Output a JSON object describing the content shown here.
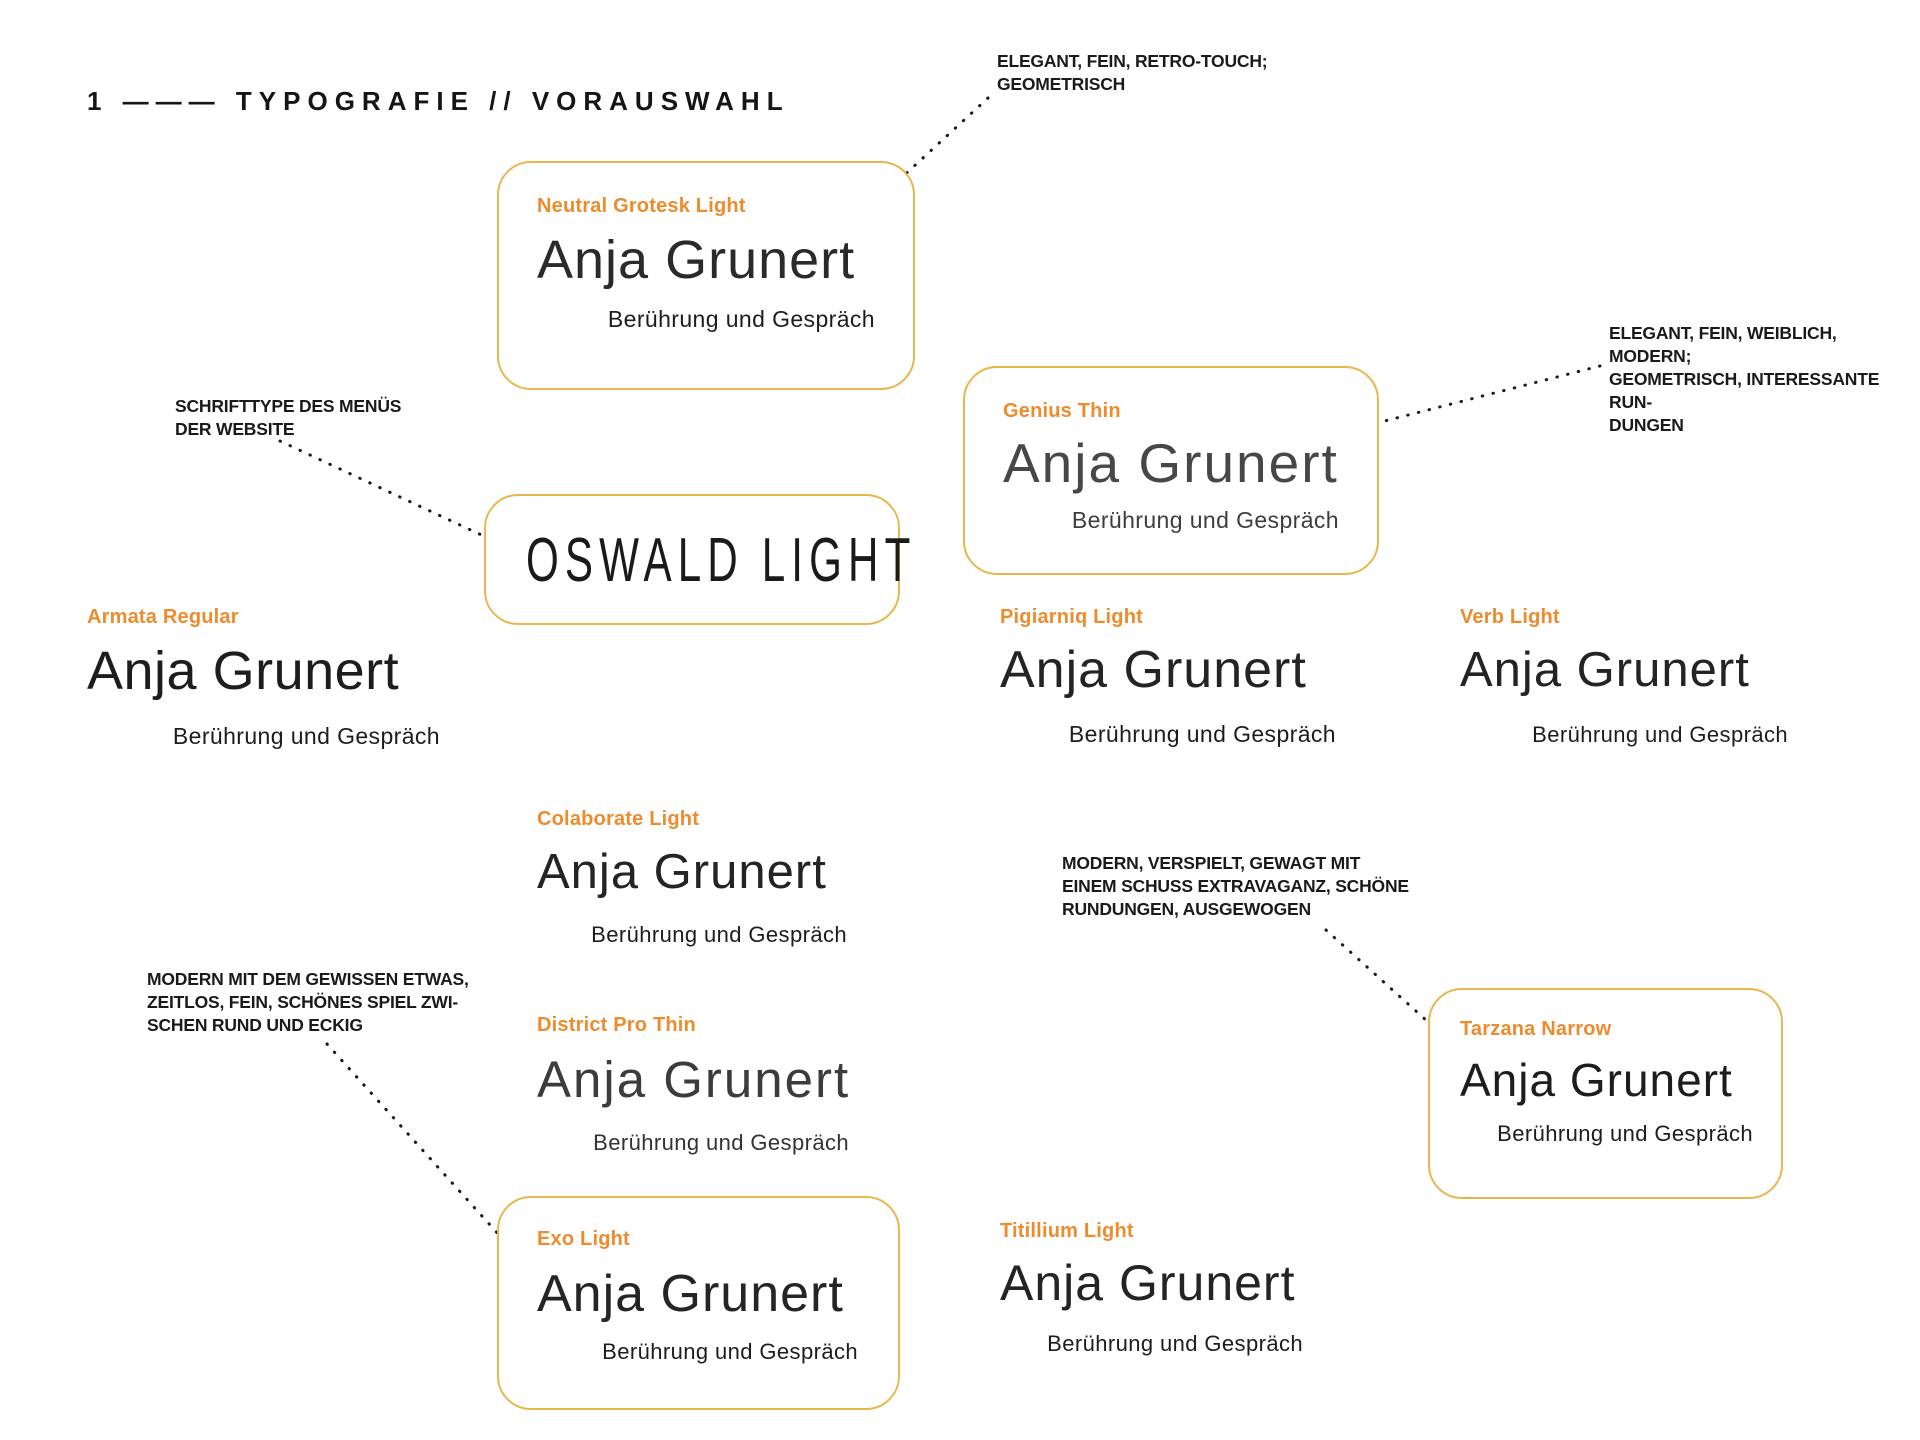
{
  "page": {
    "title": "1 ——— TYPOGRAFIE // VORAUSWAHL"
  },
  "colors": {
    "accent_orange": "#ed8b2d",
    "box_border_gold": "#e9b64e",
    "text_black": "#1a1a1a"
  },
  "specimens": [
    {
      "id": "neutral-grotesk",
      "label": "Neutral Grotesk Light",
      "name": "Anja Grunert",
      "sub": "Berührung und Gespräch",
      "boxed": true
    },
    {
      "id": "oswald",
      "label": "",
      "name": "OSWALD LIGHT",
      "sub": "",
      "boxed": true
    },
    {
      "id": "genius",
      "label": "Genius Thin",
      "name": "Anja Grunert",
      "sub": "Berührung und Gespräch",
      "boxed": true
    },
    {
      "id": "armata",
      "label": "Armata Regular",
      "name": "Anja Grunert",
      "sub": "Berührung und Gespräch",
      "boxed": false
    },
    {
      "id": "pigiarniq",
      "label": "Pigiarniq Light",
      "name": "Anja Grunert",
      "sub": "Berührung und Gespräch",
      "boxed": false
    },
    {
      "id": "verb",
      "label": "Verb Light",
      "name": "Anja Grunert",
      "sub": "Berührung und Gespräch",
      "boxed": false
    },
    {
      "id": "colaborate",
      "label": "Colaborate Light",
      "name": "Anja Grunert",
      "sub": "Berührung und Gespräch",
      "boxed": false
    },
    {
      "id": "district",
      "label": "District Pro Thin",
      "name": "Anja Grunert",
      "sub": "Berührung und Gespräch",
      "boxed": false
    },
    {
      "id": "exo",
      "label": "Exo Light",
      "name": "Anja Grunert",
      "sub": "Berührung und Gespräch",
      "boxed": true
    },
    {
      "id": "titillium",
      "label": "Titillium  Light",
      "name": "Anja Grunert",
      "sub": "Berührung und Gespräch",
      "boxed": false
    },
    {
      "id": "tarzana",
      "label": "Tarzana Narrow",
      "name": "Anja Grunert",
      "sub": "Berührung und Gespräch",
      "boxed": true
    }
  ],
  "annotations": [
    {
      "id": "retro",
      "text": "ELEGANT, FEIN, RETRO-TOUCH;\nGEOMETRISCH"
    },
    {
      "id": "menu",
      "text": "SCHRIFTTYPE DES MENÜS\nDER WEBSITE"
    },
    {
      "id": "weiblich",
      "text": "ELEGANT, FEIN, WEIBLICH, MODERN;\nGEOMETRISCH, INTERESSANTE RUN-\nDUNGEN"
    },
    {
      "id": "verspielt",
      "text": "MODERN, VERSPIELT, GEWAGT MIT\nEINEM SCHUSS EXTRAVAGANZ, SCHÖNE\nRUNDUNGEN, AUSGEWOGEN"
    },
    {
      "id": "zeitlos",
      "text": "MODERN MIT DEM GEWISSEN ETWAS,\nZEITLOS, FEIN, SCHÖNES SPIEL ZWI-\nSCHEN RUND UND ECKIG"
    }
  ]
}
